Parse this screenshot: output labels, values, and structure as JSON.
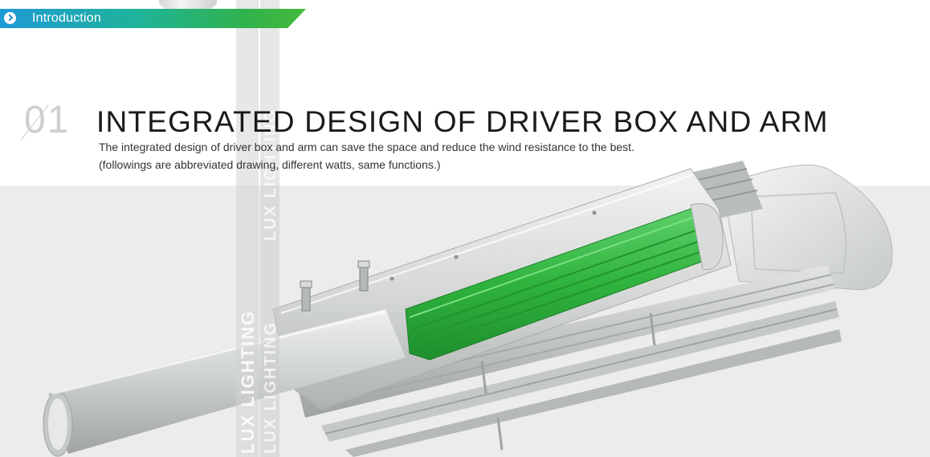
{
  "banner": {
    "label": "Introduction",
    "icon": "chevron-right-icon"
  },
  "section": {
    "number": "01",
    "title": "INTEGRATED DESIGN OF DRIVER BOX AND ARM",
    "description_line1": "The integrated design of driver box and arm can save the space and reduce the wind resistance to the best.",
    "description_line2": "(followings are abbreviated drawing, different watts, same functions.)"
  },
  "watermark": {
    "text": "LUX LIGHTING"
  },
  "colors": {
    "banner_start": "#1e9ad6",
    "banner_end": "#45b93b",
    "driver_green": "#2fb33d",
    "housing_grey": "#c9ccca",
    "background_grey": "#ececea"
  }
}
